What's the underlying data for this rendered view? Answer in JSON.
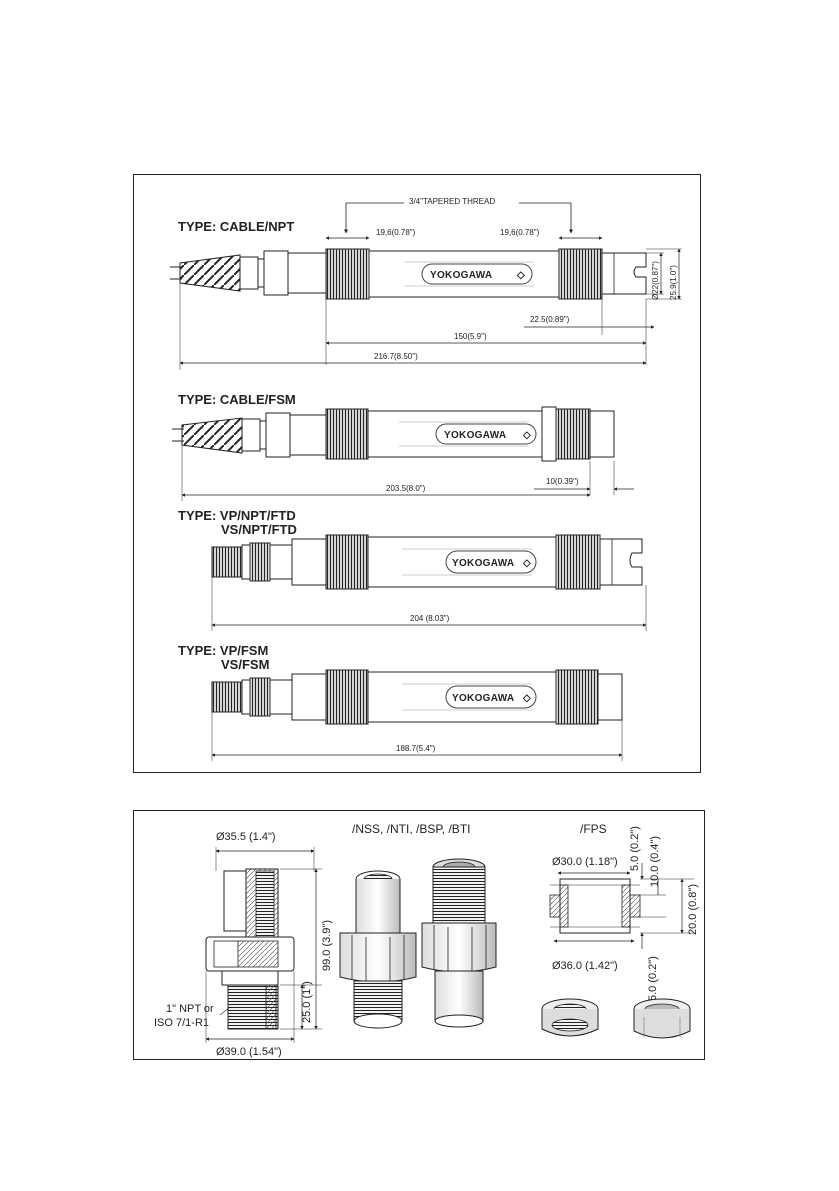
{
  "top_panel": {
    "thread_label": "3/4\"TAPERED THREAD",
    "brand": "YOKOGAWA",
    "brand_mark": "◇",
    "sections": [
      {
        "type_line1": "TYPE: CABLE/NPT",
        "type_line2": "",
        "dims": {
          "thread_left": "19,6(0.78\")",
          "thread_right": "19,6(0.78\")",
          "dia_a": "Ø22(0.87\")",
          "dia_b": "25.9(1.0\")",
          "tip": "22.5(0.89\")",
          "body": "150(5.9\")",
          "overall": "216.7(8.50\")"
        }
      },
      {
        "type_line1": "TYPE: CABLE/FSM",
        "type_line2": "",
        "dims": {
          "tip": "10(0.39\")",
          "overall": "203.5(8.0\")"
        }
      },
      {
        "type_line1": "TYPE: VP/NPT/FTD",
        "type_line2": "VS/NPT/FTD",
        "dims": {
          "overall": "204 (8.03\")"
        }
      },
      {
        "type_line1": "TYPE: VP/FSM",
        "type_line2": "VS/FSM",
        "dims": {
          "overall": "188.7(5.4\")"
        }
      }
    ]
  },
  "bottom_panel": {
    "left": {
      "dia_top": "Ø35.5 (1.4\")",
      "height": "99.0 (3.9\")",
      "thread_len": "25.0 (1\")",
      "thread_note_1": "1\" NPT or",
      "thread_note_2": "ISO 7/1-R1",
      "dia_bottom": "Ø39.0 (1.54\")"
    },
    "middle": {
      "title": "/NSS, /NTI, /BSP, /BTI"
    },
    "right": {
      "title": "/FPS",
      "dia_top": "Ø30.0 (1.18\")",
      "dia_bottom": "Ø36.0 (1.42\")",
      "v1": "5.0 (0.2\")",
      "v2": "10.0 (0.4\")",
      "v3": "20.0 (0.8\")",
      "v4": "5.0 (0.2\")"
    }
  }
}
